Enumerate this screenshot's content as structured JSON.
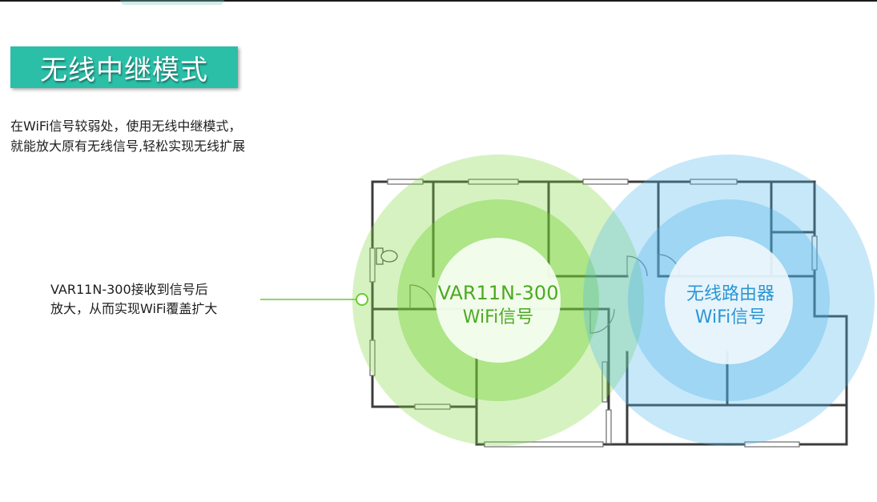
{
  "title": "无线中继模式",
  "description": {
    "line1": "在WiFi信号较弱处，使用无线中继模式，",
    "line2": "就能放大原有无线信号,轻松实现无线扩展"
  },
  "callout": {
    "line1": "VAR11N-300接收到信号后",
    "line2": "放大，从而实现WiFi覆盖扩大"
  },
  "repeater": {
    "line1": "VAR11N-300",
    "line2": "WiFi信号"
  },
  "router": {
    "line1": "无线路由器",
    "line2": "WiFi信号"
  },
  "colors": {
    "title_bg": "#2bbfa8",
    "repeater_signal": "#66cc33",
    "repeater_text": "#4caa22",
    "router_signal": "#48b3ea",
    "router_text": "#2a96d4",
    "wall": "#3c3c3c"
  }
}
